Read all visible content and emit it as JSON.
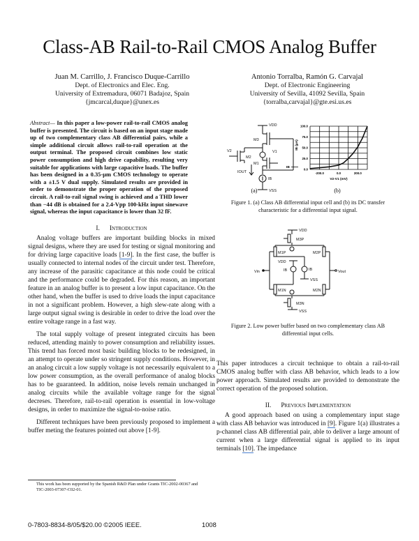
{
  "title": "Class-AB Rail-to-Rail CMOS Analog Buffer",
  "authors": [
    {
      "names": "Juan M. Carrillo, J. Francisco Duque-Carrillo",
      "dept": "Dept. of Electronics and Elec. Eng.",
      "univ": "University of Extremadura, 06071 Badajoz, Spain",
      "email": "{jmcarcal,duque}@unex.es"
    },
    {
      "names": "Antonio Torralba, Ramón G. Carvajal",
      "dept": "Dept. of Electronic Engineering",
      "univ": "University of Sevilla, 41092 Sevilla, Spain",
      "email": "{torralba,carvajal}@gte.esi.us.es"
    }
  ],
  "abstract": {
    "label": "Abstract—",
    "text": " In this paper a low-power rail-to-rail CMOS analog buffer is presented. The circuit is based on an input stage made up of two complementary class AB differential pairs, while a simple additional circuit allows rail-to-rail operation at the output terminal. The proposed circuit combines low static power consumption and high drive capability, resulting very suitable for applications with large capacitive loads. The buffer has been designed in a 0.35-µm CMOS technology to operate with a ±1.5 V dual supply. Simulated results are provided in order to demonstrate the proper operation of the proposed circuit. A rail-to-rail signal swing is achieved and a THD lower than −44 dB is obtained for a 2.4-Vpp 100-kHz input sinewave signal, whereas the input capacitance is lower than 32 fF."
  },
  "sections": {
    "intro": {
      "number": "I.",
      "title": "Introduction",
      "p1_a": "Analog voltage buffers are important building blocks in mixed signal designs, where they are used for testing or signal monitoring and for driving large capacitive loads ",
      "p1_cite": "[1-9]",
      "p1_b": ". In the first case, the buffer is usually connected to internal nodes of the circuit under test. Therefore, any increase of the parasitic capacitance at this node could be critical and the performance could be degraded. For this reason, an important feature in an analog buffer is to present a low input capacitance. On the other hand, when the buffer is used to drive loads the input capacitance in not a significant problem. However, a high slew-rate along with a large output signal swing is desirable in order to drive the load over the entire voltage range in a fast way.",
      "p2": "The total supply voltage of present integrated circuits has been reduced, attending mainly to power consumption and reliability issues. This trend has forced most basic building blocks to be redesigned, in an attempt to operate under so stringent supply conditions. However, in an analog circuit a low supply voltage is not necessarily equivalent to a low power consumption, as the overall performance of analog blocks has to be guaranteed. In addition, noise levels remain unchanged in analog circuits while the available voltage range for the signal decreses. Therefore, rail-to-rail operation is essential in low-voltage designs, in order to maximize the signal-to-noise ratio.",
      "p3": "Different techniques have been previously proposed to implement a buffer meting the features pointed out above [1-9].",
      "p4": "This paper introduces a circuit technique to obtain a rail-to-rail CMOS analog buffer with class AB behavior, which leads to a low power approach. Simulated results are provided to demonstrate the correct operation of the proposed solution."
    },
    "previous": {
      "number": "II.",
      "title": "Previous Implementation",
      "p1_a": "A good approach based on using a complementary input stage with class AB behavior was introduced in ",
      "p1_cite1": "[9]",
      "p1_b": ". Figure 1(a) illustrates a p-channel class AB differential pair, able to deliver a large amount of current when a large differential signal is applied to its input terminals ",
      "p1_cite2": "[10]",
      "p1_c": ". The impedance"
    }
  },
  "figure1": {
    "caption": "Figure 1. (a) Class AB differential input cell and (b) its DC transfer characteristic for a differential input signal.",
    "label_a": "(a)",
    "label_b": "(b)",
    "circuit_labels": {
      "vdd": "VDD",
      "vss": "VSS",
      "m1": "M1",
      "m2": "M2",
      "m3": "M3",
      "v1": "V1",
      "v2": "V2",
      "iout": "IOUT",
      "ib": "IB"
    }
  },
  "figure2": {
    "caption": "Figure 2. Low power buffer based on two complementary class AB differential input cells.",
    "circuit_labels": {
      "vdd": "VDD",
      "vss": "VSS",
      "m1p": "M1P",
      "m2p": "M2P",
      "m3p": "M3P",
      "m1n": "M1N",
      "m2n": "M2N",
      "m3n": "M3N",
      "vin": "Vin",
      "vout": "Vout",
      "ib1": "IB",
      "ib2": "IB",
      "vdd2": "VDD",
      "vss2": "VSS"
    }
  },
  "chart_data": {
    "type": "line",
    "xlabel": "V2-V1 (mV)",
    "ylabel": "IB (µA)",
    "xlim": [
      -300,
      300
    ],
    "ylim": [
      0,
      100
    ],
    "x_ticks": [
      "-200.0",
      "0.0",
      "200.0"
    ],
    "y_ticks": [
      "0.0",
      "25.0",
      "50.0",
      "75.0",
      "100.0"
    ],
    "grid": true,
    "x": [
      -300,
      -200,
      -100,
      0,
      50,
      100,
      150,
      200,
      250,
      300
    ],
    "values": [
      2,
      4,
      6,
      10,
      15,
      25,
      37,
      52,
      73,
      100
    ]
  },
  "footnote": "This work has been supported by the Spanish R&D Plan under Grants TIC-2002-00367 and TIC-2003-07307-C02-01.",
  "footer": {
    "isbn": "0-7803-8834-8/05/$20.00 ©2005 IEEE.",
    "page": "1008"
  }
}
